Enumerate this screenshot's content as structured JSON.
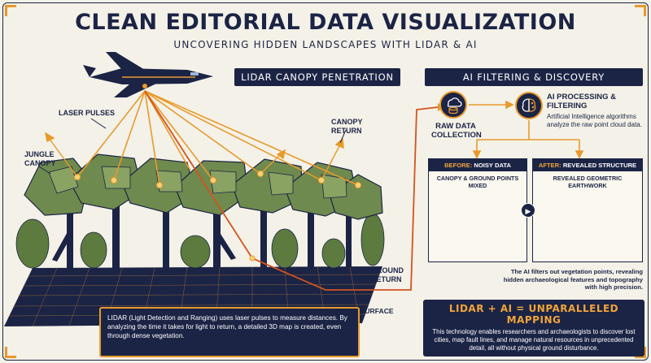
{
  "header": {
    "title": "CLEAN EDITORIAL DATA VISUALIZATION",
    "subtitle": "UNCOVERING HIDDEN LANDSCAPES WITH LIDAR & AI"
  },
  "left_section": {
    "banner": "LIDAR CANOPY PENETRATION",
    "labels": {
      "laser_pulses": "LASER PULSES",
      "jungle_canopy": "JUNGLE CANOPY",
      "canopy_return": "CANOPY RETURN",
      "ground_return": "GROUND RETURN",
      "ground_surface": "GROUND SURFACE"
    },
    "info": "LIDAR (Light Detection and Ranging) uses laser pulses to measure distances. By analyzing the time it takes for light to return, a detailed 3D map is created, even through dense vegetation."
  },
  "right_section": {
    "banner": "AI FILTERING & DISCOVERY",
    "raw_data": {
      "title": "RAW DATA COLLECTION"
    },
    "ai_processing": {
      "title": "AI PROCESSING & FILTERING",
      "desc": "Artificial Intelligence algorithms analyze the raw point cloud data."
    },
    "before": {
      "head_prefix": "BEFORE:",
      "head_text": "NOISY DATA",
      "sub": "CANOPY & GROUND POINTS MIXED"
    },
    "after": {
      "head_prefix": "AFTER:",
      "head_text": "REVEALED STRUCTURE",
      "sub": "REVEALED GEOMETRIC EARTHWORK"
    },
    "caption": "The AI filters out vegetation points, revealing hidden archaeological features and topography with high precision.",
    "mapping": {
      "title": "LIDAR + AI = UNPARALLELED MAPPING",
      "body": "This technology enables researchers and archaeologists to discover lost cities, map fault lines, and manage natural resources in unprecedented detail, all without physical ground disturbance."
    }
  },
  "colors": {
    "navy": "#1b2445",
    "orange": "#e89a2c",
    "green": "#6f8a4e",
    "paper": "#f4f1e8"
  },
  "icons": [
    "airplane-icon",
    "cloud-database-icon",
    "ai-brain-icon",
    "play-arrow-icon"
  ]
}
